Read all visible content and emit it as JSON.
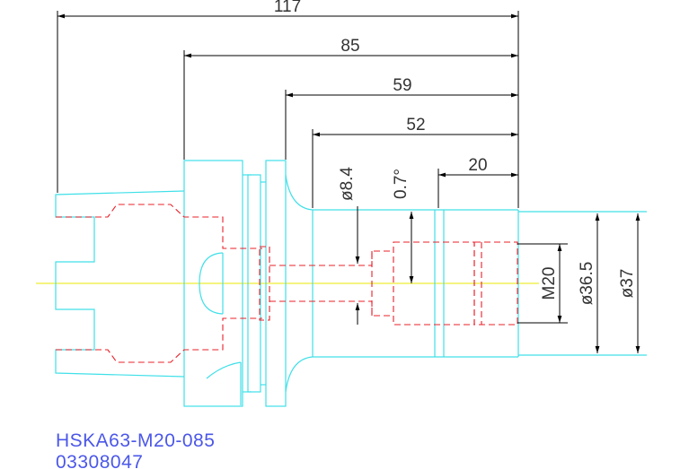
{
  "drawing": {
    "part_number": "HSKA63-M20-085",
    "order_number": "03308047",
    "colors": {
      "outline": "#40e0e8",
      "hidden_lines": "#e8202a",
      "centerline": "#e8e800",
      "dimension": "#000000",
      "dimension_text": "#333333",
      "label_text": "#4b57e8"
    }
  },
  "dimensions": {
    "overall_length": "117",
    "gauge_length": "85",
    "body_length": "59",
    "shank_length": "52",
    "nose_length": "20",
    "coolant_bore": "ø8.4",
    "taper_angle": "0.7°",
    "thread": "M20",
    "nose_diameter_small": "ø36.5",
    "nose_diameter_large": "ø37"
  }
}
